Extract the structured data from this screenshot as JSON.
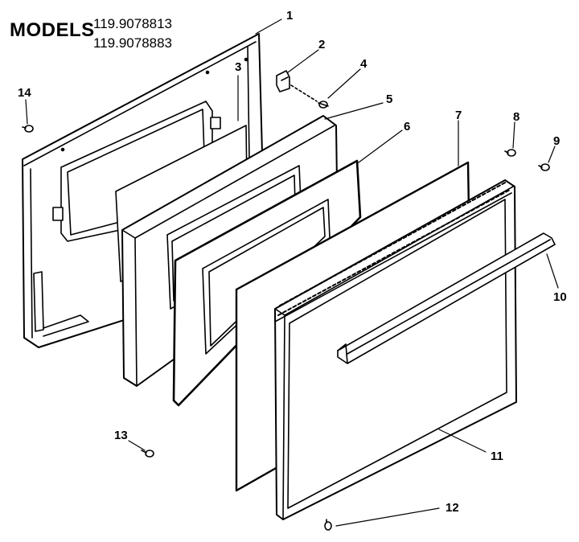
{
  "header": {
    "models_label": "MODELS",
    "model_numbers": [
      "119.9078813",
      "119.9078883"
    ]
  },
  "callouts": [
    "1",
    "2",
    "3",
    "4",
    "5",
    "6",
    "7",
    "8",
    "9",
    "10",
    "11",
    "12",
    "13",
    "14"
  ]
}
